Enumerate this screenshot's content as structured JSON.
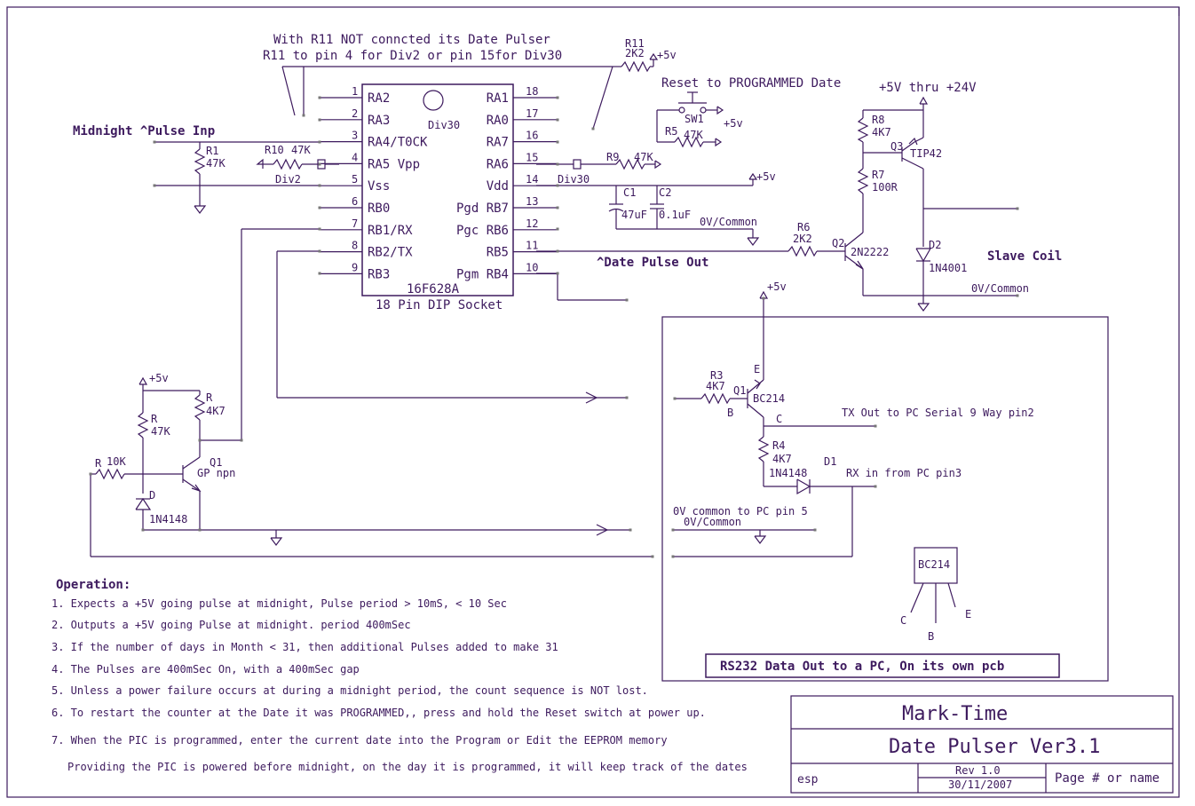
{
  "colors": {
    "ink": "#3d1a5e",
    "pin": "#777777",
    "background": "#ffffff"
  },
  "notes": {
    "r11_line1": "With R11 NOT conncted its Date Pulser",
    "r11_line2": "R11 to pin 4 for Div2 or pin 15for Div30",
    "reset": "Reset to PROGRAMMED Date",
    "supply_range": "+5V thru +24V",
    "midnight_input": "Midnight ^Pulse Inp",
    "date_pulse_out": "^Date Pulse Out",
    "slave_coil": "Slave Coil",
    "common_1": "0V/Common",
    "common_2": "0V/Common",
    "div2": "Div2",
    "div30": "Div30",
    "div30_chip": "Div30"
  },
  "ic": {
    "name": "16F628A",
    "socket": "18 Pin DIP Socket",
    "left_pins": [
      {
        "num": "1",
        "label": "RA2"
      },
      {
        "num": "2",
        "label": "RA3"
      },
      {
        "num": "3",
        "label": "RA4/T0CK"
      },
      {
        "num": "4",
        "label": "RA5 Vpp"
      },
      {
        "num": "5",
        "label": "Vss"
      },
      {
        "num": "6",
        "label": "RB0"
      },
      {
        "num": "7",
        "label": "RB1/RX"
      },
      {
        "num": "8",
        "label": "RB2/TX"
      },
      {
        "num": "9",
        "label": "RB3"
      }
    ],
    "right_pins": [
      {
        "num": "18",
        "label": "RA1"
      },
      {
        "num": "17",
        "label": "RA0"
      },
      {
        "num": "16",
        "label": "RA7"
      },
      {
        "num": "15",
        "label": "RA6"
      },
      {
        "num": "14",
        "label": "Vdd"
      },
      {
        "num": "13",
        "label": "Pgd RB7"
      },
      {
        "num": "12",
        "label": "Pgc RB6"
      },
      {
        "num": "11",
        "label": "RB5"
      },
      {
        "num": "10",
        "label": "Pgm RB4"
      }
    ]
  },
  "components": {
    "r11": {
      "ref": "R11",
      "value": "2K2",
      "supply": "+5v"
    },
    "sw1": {
      "ref": "SW1",
      "supply": "+5v"
    },
    "r5": {
      "ref": "R5",
      "value": "47K"
    },
    "r1": {
      "ref": "R1",
      "value": "47K"
    },
    "r10": {
      "ref": "R10",
      "value": "47K"
    },
    "r9": {
      "ref": "R9",
      "value": "47K"
    },
    "c1": {
      "ref": "C1",
      "value": "47uF"
    },
    "c2": {
      "ref": "C2",
      "value": "0.1uF"
    },
    "vdd_supply": "+5v",
    "r8": {
      "ref": "R8",
      "value": "4K7"
    },
    "r7": {
      "ref": "R7",
      "value": "100R"
    },
    "q3": {
      "ref": "Q3",
      "type": "TIP42"
    },
    "r6": {
      "ref": "R6",
      "value": "2K2"
    },
    "q2": {
      "ref": "Q2",
      "type": "2N2222"
    },
    "d2": {
      "ref": "D2",
      "type": "1N4001"
    },
    "in_supply": "+5v",
    "r_top": {
      "ref": "R",
      "value": "4K7"
    },
    "r_bias": {
      "ref": "R",
      "value": "47K"
    },
    "r_in": {
      "ref": "R",
      "value": "10K"
    },
    "q1_in": {
      "ref": "Q1",
      "type": "GP npn"
    },
    "d_in": {
      "ref": "D",
      "type": "1N4148"
    }
  },
  "rs232": {
    "supply": "+5v",
    "r3": {
      "ref": "R3",
      "value": "4K7"
    },
    "q1": {
      "ref": "Q1",
      "type": "BC214"
    },
    "pin_e": "E",
    "pin_b": "B",
    "pin_c": "C",
    "tx_label": "TX Out to PC Serial 9 Way pin2",
    "r4": {
      "ref": "R4",
      "value": "4K7"
    },
    "d1": {
      "ref": "D1",
      "type": "1N4148"
    },
    "rx_label": "RX in from PC pin3",
    "common_label": "0V common to  PC pin 5",
    "common_label2": "0V/Common",
    "package": "BC214",
    "pkg_c": "C",
    "pkg_b": "B",
    "pkg_e": "E",
    "board_label": "RS232 Data Out to a PC, On its own pcb"
  },
  "operation": {
    "heading": "Operation:",
    "items": [
      "1. Expects a +5V going pulse at midnight, Pulse period > 10mS, < 10 Sec",
      "2. Outputs a +5V going Pulse at midnight. period 400mSec",
      "3. If the number of days in Month < 31, then additional Pulses added to make 31",
      "4. The Pulses are 400mSec On, with a 400mSec gap",
      "5. Unless a power failure occurs at during a midnight period, the count sequence is NOT lost.",
      "6. To restart the counter at the Date it was PROGRAMMED,, press and hold the Reset switch at power up.",
      "7. When the PIC is programmed, enter the current date into the Program or Edit the EEPROM memory",
      "Providing the PIC is powered before midnight, on the day it is programmed, it will keep track of the dates"
    ]
  },
  "title_block": {
    "company": "Mark-Time",
    "title": "Date Pulser Ver3.1",
    "author": "esp",
    "rev": "Rev 1.0",
    "date": "30/11/2007",
    "page": "Page # or name"
  }
}
